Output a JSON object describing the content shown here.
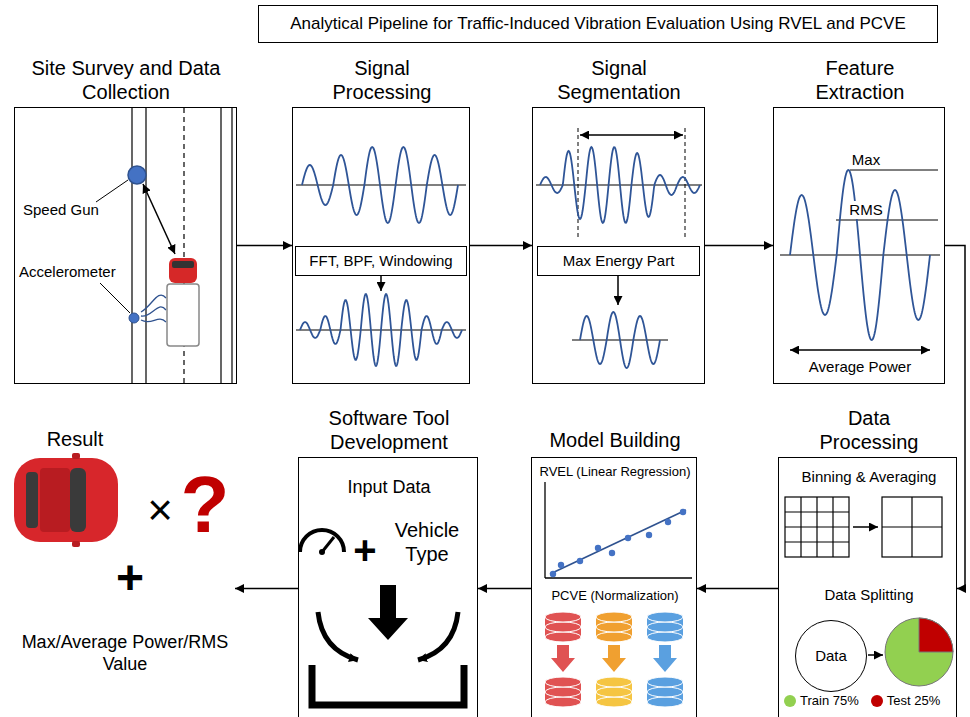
{
  "diagram": {
    "title": "Analytical Pipeline for Traffic-Induced Vibration Evaluation Using RVEL and PCVE",
    "nodes": [
      {
        "text": [
          "Site Survey and Data Collection",
          "Speed Gun",
          "Accelerometer"
        ]
      },
      {
        "text": [
          "Signal Processing"
        ]
      },
      {
        "text": [
          "FFT, BPF, Windowing"
        ],
        "in": 1
      },
      {
        "text": [
          "Signal Segmentation"
        ]
      },
      {
        "text": [
          "Max Energy Part"
        ],
        "in": 3
      },
      {
        "text": [
          "Feature Extraction",
          "Max",
          "RMS",
          "Average Power"
        ]
      },
      {
        "text": [
          "Result",
          "Max/Average Power/RMS Value"
        ]
      },
      {
        "text": [
          "Software Tool Development",
          "Input Data",
          "Vehicle Type"
        ]
      },
      {
        "text": [
          "Model Building",
          "RVEL (Linear Regression)",
          "PCVE (Normalization)"
        ]
      },
      {
        "text": [
          "Data Processing",
          "Binning & Averaging",
          "Data Splitting"
        ]
      },
      {
        "text": [
          "Data"
        ],
        "in": 9
      }
    ],
    "edges": [
      {
        "from": 0,
        "to": 1,
        "arrow": "to"
      },
      {
        "from": 1,
        "to": 3,
        "arrow": "to"
      },
      {
        "from": 3,
        "to": 5,
        "arrow": "to"
      },
      {
        "from": 5,
        "to": 9,
        "arrow": "to"
      },
      {
        "from": 9,
        "to": 8,
        "arrow": "to"
      },
      {
        "from": 8,
        "to": 7,
        "arrow": "to"
      },
      {
        "from": 7,
        "to": 6,
        "arrow": "to"
      }
    ],
    "labels": [
      "×",
      "?",
      "+",
      "+"
    ],
    "legend": [
      {
        "text": "Train 75%",
        "color": "#92d050"
      },
      {
        "text": "Test 25%",
        "color": "#c00000"
      }
    ]
  }
}
